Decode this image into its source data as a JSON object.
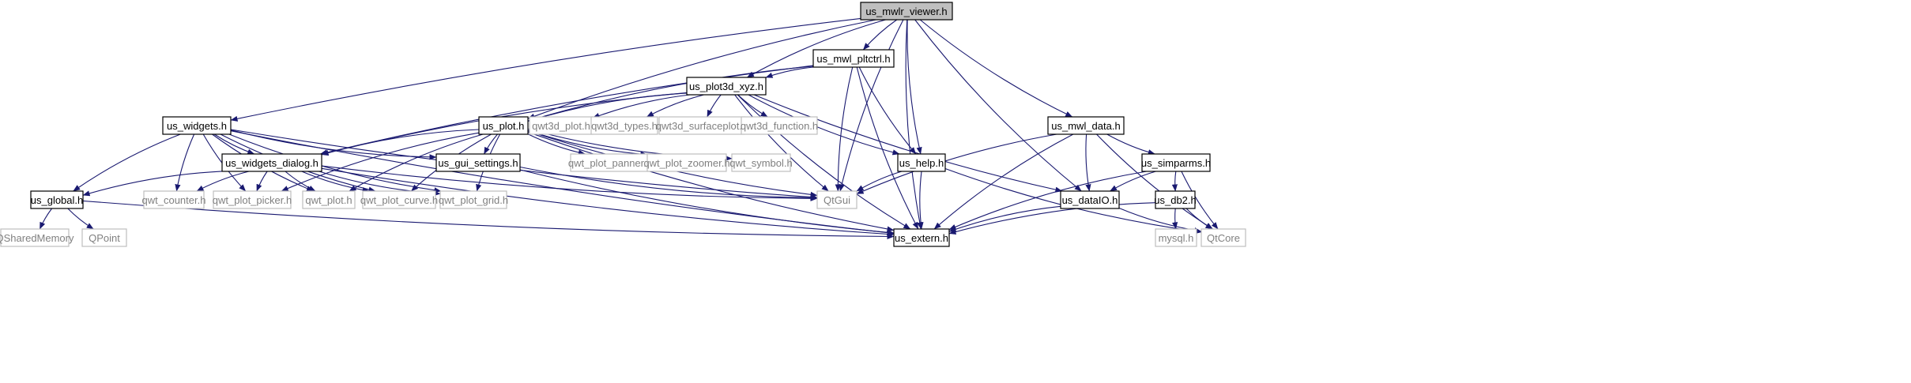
{
  "colors": {
    "edge": "#191970",
    "root_fill": "#bfbfbf",
    "node_stroke": "#000000",
    "external_stroke": "#bfbfbf",
    "text": "#000000",
    "external_text": "#808080"
  },
  "nodes": [
    {
      "id": "us_mwlr_viewer",
      "label": "us_mwlr_viewer.h",
      "kind": "root"
    },
    {
      "id": "us_mwl_pltctrl",
      "label": "us_mwl_pltctrl.h",
      "kind": "local"
    },
    {
      "id": "us_plot3d_xyz",
      "label": "us_plot3d_xyz.h",
      "kind": "local"
    },
    {
      "id": "us_widgets",
      "label": "us_widgets.h",
      "kind": "local"
    },
    {
      "id": "us_plot",
      "label": "us_plot.h",
      "kind": "local"
    },
    {
      "id": "qwt3d_plot",
      "label": "qwt3d_plot.h",
      "kind": "external"
    },
    {
      "id": "qwt3d_types",
      "label": "qwt3d_types.h",
      "kind": "external"
    },
    {
      "id": "qwt3d_surfaceplot",
      "label": "qwt3d_surfaceplot.h",
      "kind": "external"
    },
    {
      "id": "qwt3d_function",
      "label": "qwt3d_function.h",
      "kind": "external"
    },
    {
      "id": "us_mwl_data",
      "label": "us_mwl_data.h",
      "kind": "local"
    },
    {
      "id": "us_widgets_dialog",
      "label": "us_widgets_dialog.h",
      "kind": "local"
    },
    {
      "id": "us_gui_settings",
      "label": "us_gui_settings.h",
      "kind": "local"
    },
    {
      "id": "qwt_plot_panner",
      "label": "qwt_plot_panner.h",
      "kind": "external"
    },
    {
      "id": "qwt_plot_zoomer",
      "label": "qwt_plot_zoomer.h",
      "kind": "external"
    },
    {
      "id": "qwt_symbol",
      "label": "qwt_symbol.h",
      "kind": "external"
    },
    {
      "id": "us_help",
      "label": "us_help.h",
      "kind": "local"
    },
    {
      "id": "us_simparms",
      "label": "us_simparms.h",
      "kind": "local"
    },
    {
      "id": "us_global",
      "label": "us_global.h",
      "kind": "local"
    },
    {
      "id": "qwt_counter",
      "label": "qwt_counter.h",
      "kind": "external"
    },
    {
      "id": "qwt_plot_picker",
      "label": "qwt_plot_picker.h",
      "kind": "external"
    },
    {
      "id": "qwt_plot",
      "label": "qwt_plot.h",
      "kind": "external"
    },
    {
      "id": "qwt_plot_curve",
      "label": "qwt_plot_curve.h",
      "kind": "external"
    },
    {
      "id": "qwt_plot_grid",
      "label": "qwt_plot_grid.h",
      "kind": "external"
    },
    {
      "id": "QtGui",
      "label": "QtGui",
      "kind": "external"
    },
    {
      "id": "us_dataIO",
      "label": "us_dataIO.h",
      "kind": "local"
    },
    {
      "id": "us_db2",
      "label": "us_db2.h",
      "kind": "local"
    },
    {
      "id": "QSharedMemory",
      "label": "QSharedMemory",
      "kind": "external"
    },
    {
      "id": "QPoint",
      "label": "QPoint",
      "kind": "external"
    },
    {
      "id": "us_extern",
      "label": "us_extern.h",
      "kind": "local"
    },
    {
      "id": "mysql",
      "label": "mysql.h",
      "kind": "external"
    },
    {
      "id": "QtCore",
      "label": "QtCore",
      "kind": "external"
    }
  ],
  "edges": [
    [
      "us_mwlr_viewer",
      "us_mwl_pltctrl"
    ],
    [
      "us_mwlr_viewer",
      "us_plot3d_xyz"
    ],
    [
      "us_mwlr_viewer",
      "us_widgets"
    ],
    [
      "us_mwlr_viewer",
      "us_plot"
    ],
    [
      "us_mwlr_viewer",
      "us_help"
    ],
    [
      "us_mwlr_viewer",
      "QtGui"
    ],
    [
      "us_mwlr_viewer",
      "us_extern"
    ],
    [
      "us_mwlr_viewer",
      "us_mwl_data"
    ],
    [
      "us_mwlr_viewer",
      "us_dataIO"
    ],
    [
      "us_mwl_pltctrl",
      "us_plot3d_xyz"
    ],
    [
      "us_mwl_pltctrl",
      "us_plot"
    ],
    [
      "us_mwl_pltctrl",
      "us_widgets_dialog"
    ],
    [
      "us_mwl_pltctrl",
      "QtGui"
    ],
    [
      "us_mwl_pltctrl",
      "us_help"
    ],
    [
      "us_mwl_pltctrl",
      "us_extern"
    ],
    [
      "us_plot3d_xyz",
      "us_plot"
    ],
    [
      "us_plot3d_xyz",
      "qwt3d_plot"
    ],
    [
      "us_plot3d_xyz",
      "qwt3d_types"
    ],
    [
      "us_plot3d_xyz",
      "qwt3d_surfaceplot"
    ],
    [
      "us_plot3d_xyz",
      "qwt3d_function"
    ],
    [
      "us_plot3d_xyz",
      "us_widgets_dialog"
    ],
    [
      "us_plot3d_xyz",
      "us_help"
    ],
    [
      "us_plot3d_xyz",
      "QtGui"
    ],
    [
      "us_plot3d_xyz",
      "us_dataIO"
    ],
    [
      "us_plot3d_xyz",
      "us_extern"
    ],
    [
      "us_widgets",
      "us_global"
    ],
    [
      "us_widgets",
      "qwt_counter"
    ],
    [
      "us_widgets",
      "qwt_plot_picker"
    ],
    [
      "us_widgets",
      "qwt_plot"
    ],
    [
      "us_widgets",
      "qwt_plot_curve"
    ],
    [
      "us_widgets",
      "qwt_plot_grid"
    ],
    [
      "us_widgets",
      "us_gui_settings"
    ],
    [
      "us_widgets",
      "QtGui"
    ],
    [
      "us_widgets",
      "us_extern"
    ],
    [
      "us_widgets",
      "us_widgets_dialog"
    ],
    [
      "us_plot",
      "us_widgets_dialog"
    ],
    [
      "us_plot",
      "us_gui_settings"
    ],
    [
      "us_plot",
      "qwt_plot_panner"
    ],
    [
      "us_plot",
      "qwt_plot_zoomer"
    ],
    [
      "us_plot",
      "qwt_symbol"
    ],
    [
      "us_plot",
      "qwt_plot_picker"
    ],
    [
      "us_plot",
      "qwt_plot"
    ],
    [
      "us_plot",
      "qwt_plot_curve"
    ],
    [
      "us_plot",
      "qwt_plot_grid"
    ],
    [
      "us_plot",
      "QtGui"
    ],
    [
      "us_plot",
      "us_extern"
    ],
    [
      "us_widgets_dialog",
      "us_global"
    ],
    [
      "us_widgets_dialog",
      "qwt_counter"
    ],
    [
      "us_widgets_dialog",
      "qwt_plot_picker"
    ],
    [
      "us_widgets_dialog",
      "qwt_plot"
    ],
    [
      "us_widgets_dialog",
      "qwt_plot_curve"
    ],
    [
      "us_widgets_dialog",
      "qwt_plot_grid"
    ],
    [
      "us_widgets_dialog",
      "QtGui"
    ],
    [
      "us_widgets_dialog",
      "us_extern"
    ],
    [
      "us_gui_settings",
      "QtGui"
    ],
    [
      "us_gui_settings",
      "us_extern"
    ],
    [
      "us_global",
      "QSharedMemory"
    ],
    [
      "us_global",
      "QPoint"
    ],
    [
      "us_global",
      "us_extern"
    ],
    [
      "us_help",
      "QtGui"
    ],
    [
      "us_help",
      "us_extern"
    ],
    [
      "us_help",
      "QtCore"
    ],
    [
      "us_mwl_data",
      "QtGui"
    ],
    [
      "us_mwl_data",
      "us_dataIO"
    ],
    [
      "us_mwl_data",
      "us_simparms"
    ],
    [
      "us_mwl_data",
      "us_extern"
    ],
    [
      "us_mwl_data",
      "QtCore"
    ],
    [
      "us_simparms",
      "us_dataIO"
    ],
    [
      "us_simparms",
      "us_db2"
    ],
    [
      "us_simparms",
      "QtCore"
    ],
    [
      "us_simparms",
      "us_extern"
    ],
    [
      "us_dataIO",
      "us_extern"
    ],
    [
      "us_dataIO",
      "QtCore"
    ],
    [
      "us_db2",
      "mysql"
    ],
    [
      "us_db2",
      "QtCore"
    ],
    [
      "us_db2",
      "us_extern"
    ]
  ]
}
